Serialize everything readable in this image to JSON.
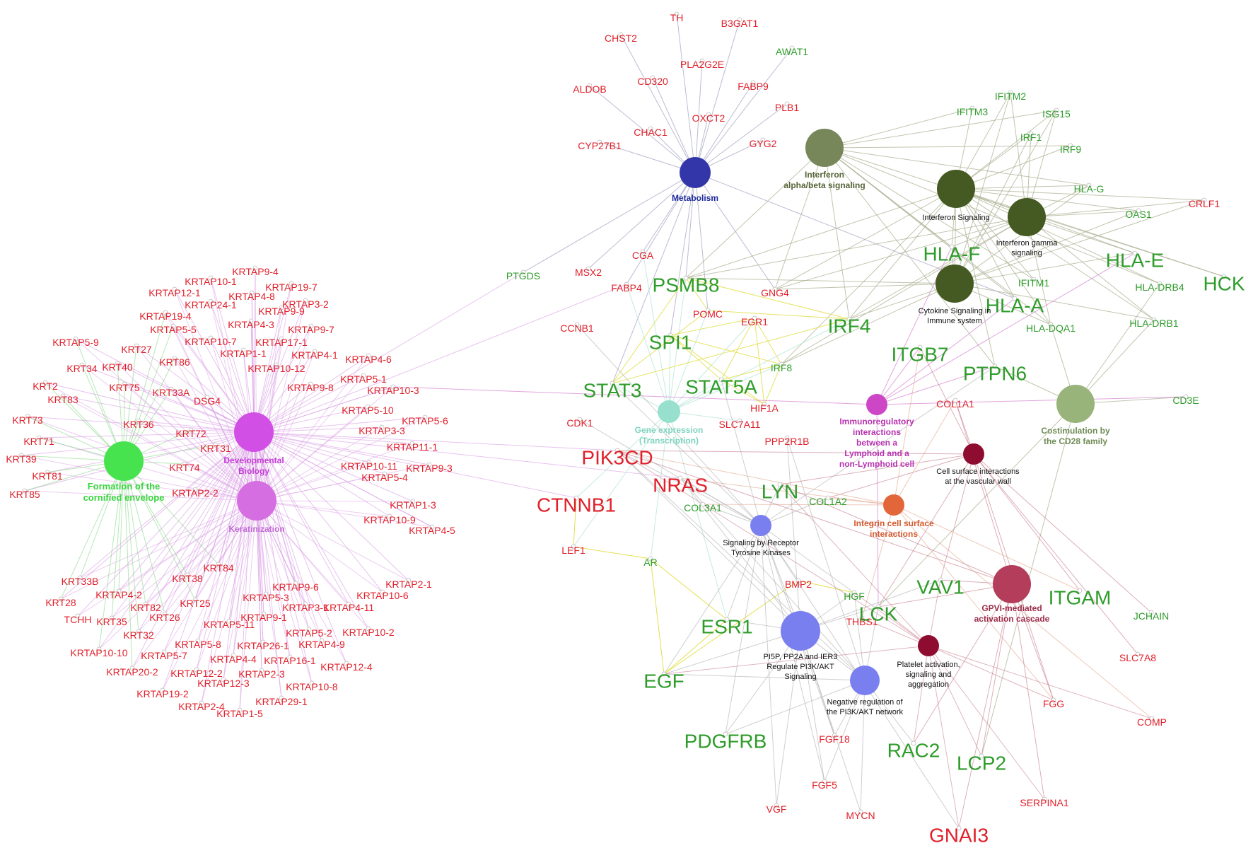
{
  "colors": {
    "gene_green": "#2e9c2a",
    "gene_red": "#e0202a",
    "metabolism": "#3236a8",
    "developmental": "#d24fe6",
    "keratinization": "#d56ee0",
    "cornified": "#47e34f",
    "ifn_ab": "#77875a",
    "ifn_dark": "#445a22",
    "cd28": "#98b47b",
    "gene_expr": "#96e0cd",
    "immunoreg": "#cd46c6",
    "vascular": "#8e0c2f",
    "integrin": "#e2663a",
    "gpvi": "#b43d5b",
    "rtk": "#7a7ff0",
    "platelet": "#8e0c2f",
    "edge_pink": "#d99be4",
    "edge_grey": "#a8a8a8",
    "edge_olive": "#a6ad8c",
    "edge_yellow": "#e0dc3c",
    "edge_green": "#7ad67a",
    "edge_red": "#c47a8a"
  },
  "hubs": [
    {
      "id": "metabolism",
      "label": [
        "Metabolism"
      ],
      "color": "metabolism"
    },
    {
      "id": "developmental",
      "label": [
        "Developmental",
        "Biology"
      ],
      "color": "developmental"
    },
    {
      "id": "keratinization",
      "label": [
        "Keratinization"
      ],
      "color": "keratinization"
    },
    {
      "id": "cornified",
      "label": [
        "Formation of the",
        "cornified envelope"
      ],
      "color": "cornified"
    },
    {
      "id": "ifn_ab",
      "label": [
        "Interferon",
        "alpha/beta signaling"
      ],
      "color": "ifn_ab"
    },
    {
      "id": "ifn",
      "label": [
        "Interferon Signaling"
      ],
      "color": "ifn_dark"
    },
    {
      "id": "ifn_g",
      "label": [
        "Interferon gamma",
        "signaling"
      ],
      "color": "ifn_dark"
    },
    {
      "id": "cytokine",
      "label": [
        "Cytokine Signaling in",
        "Immune system"
      ],
      "color": "ifn_dark"
    },
    {
      "id": "cd28",
      "label": [
        "Costimulation by",
        "the CD28 family"
      ],
      "color": "cd28"
    },
    {
      "id": "gene_expr",
      "label": [
        "Gene expression",
        "(Transcription)"
      ],
      "color": "gene_expr"
    },
    {
      "id": "immunoreg",
      "label": [
        "Immunoregulatory",
        "interactions",
        "between a",
        "Lymphoid and a",
        "non-Lymphoid cell"
      ],
      "color": "immunoreg"
    },
    {
      "id": "vascular",
      "label": [
        "Cell surface interactions",
        "at the vascular wall"
      ],
      "color": "vascular"
    },
    {
      "id": "integrin",
      "label": [
        "Integrin cell surface",
        "interactions"
      ],
      "color": "integrin"
    },
    {
      "id": "gpvi",
      "label": [
        "GPVI-mediated",
        "activation cascade"
      ],
      "color": "gpvi"
    },
    {
      "id": "rtk",
      "label": [
        "Signaling by Receptor",
        "Tyrosine Kinases"
      ],
      "color": "rtk"
    },
    {
      "id": "pi5p",
      "label": [
        "PI5P, PP2A and IER3",
        "Regulate PI3K/AKT",
        "Signaling"
      ],
      "color": "rtk"
    },
    {
      "id": "neg_pi3k",
      "label": [
        "Negative regulation of",
        "the PI3K/AKT network"
      ],
      "color": "rtk"
    },
    {
      "id": "platelet",
      "label": [
        "Platelet activation,",
        "signaling and",
        "aggregation"
      ],
      "color": "platelet"
    }
  ],
  "genes": [
    "TH",
    "B3GAT1",
    "CHST2",
    "AWAT1",
    "PLA2G2E",
    "CD320",
    "FABP9",
    "ALDOB",
    "OXCT2",
    "PLB1",
    "CHAC1",
    "CYP27B1",
    "GYG2",
    "CGA",
    "MSX2",
    "FABP4",
    "PTGDS",
    "GNG4",
    "POMC",
    "EGR1",
    "CCNB1",
    "IRF8",
    "HIF1A",
    "SLC7A11",
    "CDK1",
    "PPP2R1B",
    "COL3A1",
    "COL1A2",
    "COL1A1",
    "LEF1",
    "AR",
    "BMP2",
    "HGF",
    "THBS1",
    "FGF18",
    "FGF5",
    "VGF",
    "MYCN",
    "GNAI3",
    "SERPINA1",
    "FGG",
    "COMP",
    "SLC7A8",
    "JCHAIN",
    "CD3E",
    "CRLF1",
    "IFITM2",
    "IFITM3",
    "ISG15",
    "IRF1",
    "IRF9",
    "HLA-G",
    "OAS1",
    "IFITM1",
    "HLA-DRB4",
    "HLA-DQA1",
    "HLA-DRB1",
    "HLA-F",
    "HLA-E",
    "HCK",
    "HLA-A",
    "PSMB8",
    "SPI1",
    "IRF4",
    "ITGB7",
    "STAT3",
    "STAT5A",
    "PTPN6",
    "PIK3CD",
    "NRAS",
    "CTNNB1",
    "LYN",
    "VAV1",
    "ITGAM",
    "ESR1",
    "LCK",
    "EGF",
    "PDGFRB",
    "RAC2",
    "LCP2",
    "KRTAP9-4",
    "KRTAP10-1",
    "KRTAP19-7",
    "KRTAP12-1",
    "KRTAP4-8",
    "KRTAP3-2",
    "KRTAP24-1",
    "KRTAP9-9",
    "KRTAP19-4",
    "KRTAP5-5",
    "KRTAP4-3",
    "KRTAP9-7",
    "KRTAP5-9",
    "KRT27",
    "KRTAP10-7",
    "KRTAP17-1",
    "KRTAP1-1",
    "KRTAP4-1",
    "KRT34",
    "KRT40",
    "KRT86",
    "KRTAP10-12",
    "KRTAP4-6",
    "KRTAP5-1",
    "KRT2",
    "KRT75",
    "KRT33A",
    "KRTAP9-8",
    "KRTAP10-3",
    "KRT83",
    "DSG4",
    "KRTAP5-10",
    "KRTAP5-6",
    "KRT73",
    "KRT36",
    "KRT72",
    "KRTAP3-3",
    "KRT71",
    "KRT31",
    "KRTAP11-1",
    "KRT39",
    "KRT74",
    "KRTAP10-11",
    "KRTAP9-3",
    "KRT81",
    "KRTAP2-2",
    "KRTAP5-4",
    "KRT85",
    "KRTAP1-3",
    "KRTAP10-9",
    "KRTAP4-5",
    "KRTAP2-1",
    "KRT33B",
    "KRT84",
    "KRT38",
    "KRTAP4-2",
    "KRTAP9-6",
    "KRTAP10-6",
    "KRT28",
    "KRTAP5-3",
    "KRT82",
    "KRT25",
    "KRTAP3-1",
    "KRTAP4-11",
    "TCHH",
    "KRT35",
    "KRT26",
    "KRTAP5-11",
    "KRTAP9-1",
    "KRT32",
    "KRTAP5-2",
    "KRTAP10-2",
    "KRTAP5-8",
    "KRTAP26-1",
    "KRTAP4-9",
    "KRTAP10-10",
    "KRTAP5-7",
    "KRTAP4-4",
    "KRTAP16-1",
    "KRTAP12-4",
    "KRTAP20-2",
    "KRTAP12-2",
    "KRTAP2-3",
    "KRTAP12-3",
    "KRTAP10-8",
    "KRTAP19-2",
    "KRTAP2-4",
    "KRTAP29-1",
    "KRTAP1-5"
  ]
}
